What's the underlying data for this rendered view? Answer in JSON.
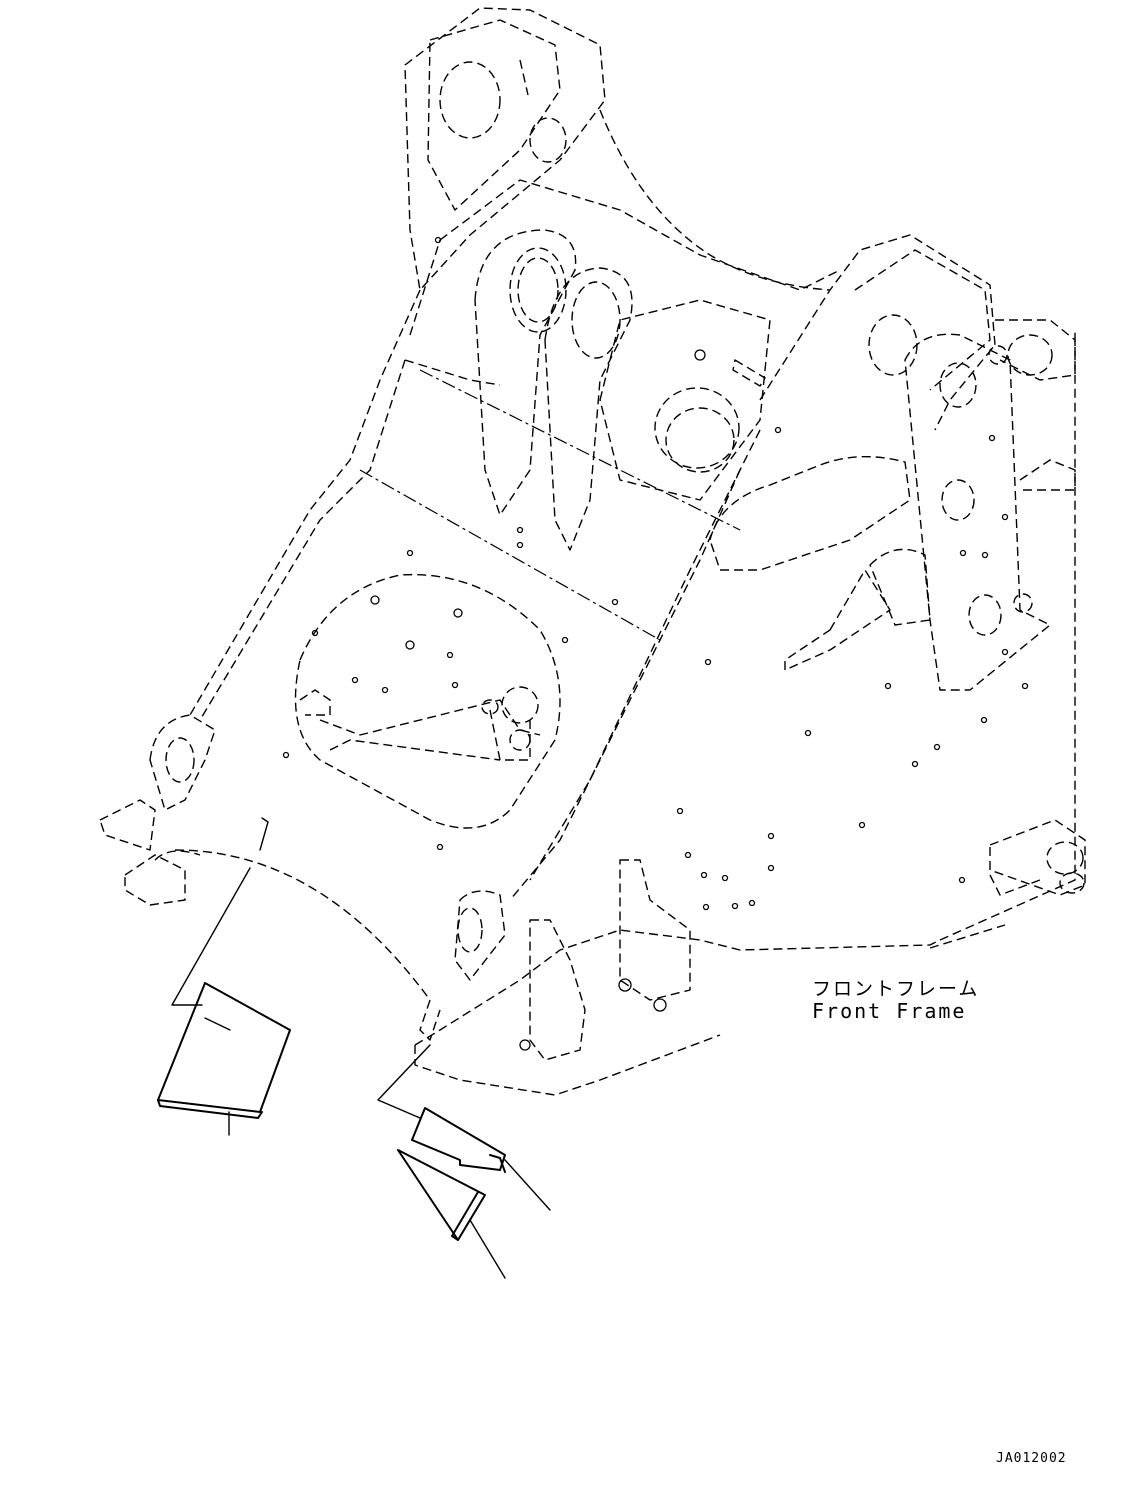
{
  "labels": {
    "part_name_jp": "フロントフレーム",
    "part_name_en": "Front Frame"
  },
  "drawing_number": "JA012002",
  "colors": {
    "background": "#ffffff",
    "line": "#000000"
  }
}
